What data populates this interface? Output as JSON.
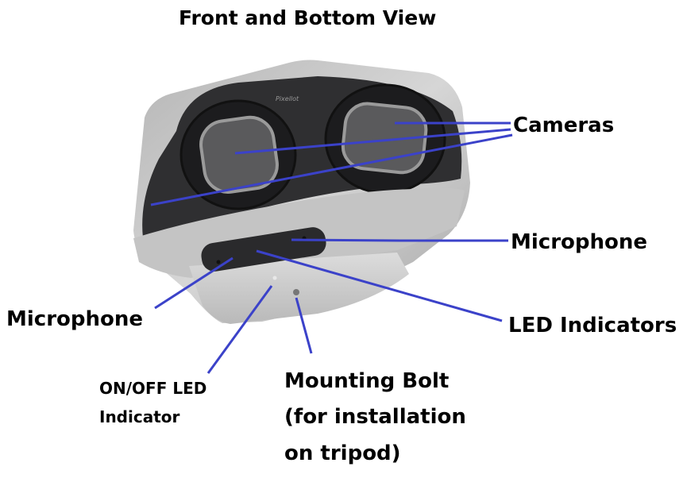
{
  "title": "Front and Bottom View",
  "device": {
    "brand_text": "Pixellot"
  },
  "labels": {
    "cameras": "Cameras",
    "microphone_right": "Microphone",
    "led_indicators": "LED Indicators",
    "microphone_left": "Microphone",
    "onoff_line1": "ON/OFF LED",
    "onoff_line2": "Indicator",
    "bolt_line1": "Mounting Bolt",
    "bolt_line2": "(for installation",
    "bolt_line3": "on tripod)"
  },
  "colors": {
    "leader": "#3b42c9",
    "housing": "#c9c9c9",
    "face": "#2f2f31"
  }
}
